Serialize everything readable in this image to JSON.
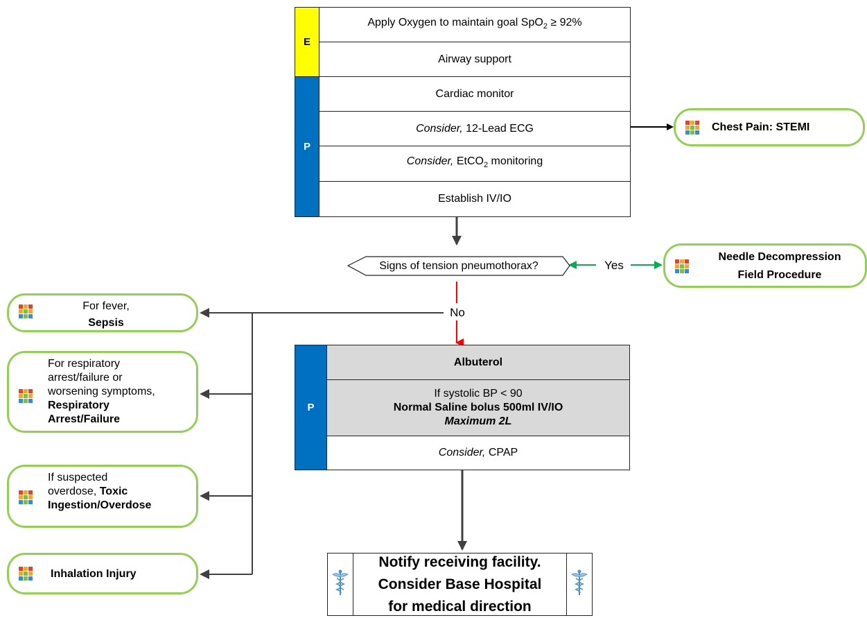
{
  "colors": {
    "emt_band": "#ffff00",
    "paramedic_band": "#0070c0",
    "ref_border": "#92d050",
    "yes_arrow": "#00b050",
    "no_arrow": "#ff0000",
    "grey_fill": "#d9d9d9",
    "caduceus": "#4a90c8"
  },
  "icon_names": {
    "protocol_ref": "protocol-grid-icon",
    "caduceus": "caduceus-icon"
  },
  "top_block": {
    "emt_label": "E",
    "paramedic_label": "P",
    "oxygen": {
      "pre": "Apply Oxygen to maintain goal SpO",
      "sub": "2",
      "post": " ≥ 92%"
    },
    "airway": "Airway support",
    "monitor": "Cardiac monitor",
    "ecg": {
      "consider": "Consider,",
      "text": " 12-Lead ECG"
    },
    "etco2": {
      "consider": "Consider,",
      "pre": " EtCO",
      "sub": "2",
      "post": " monitoring"
    },
    "ivio": "Establish IV/IO"
  },
  "decision": {
    "question": "Signs of tension pneumothorax?",
    "yes": "Yes",
    "no": "No"
  },
  "lower_block": {
    "paramedic_label": "P",
    "albuterol": "Albuterol",
    "bp_condition": "If systolic BP < 90",
    "saline": "Normal Saline bolus 500ml IV/IO",
    "saline_max": "Maximum 2L",
    "cpap": {
      "consider": "Consider,",
      "text": " CPAP"
    }
  },
  "references": {
    "stemi": {
      "bold": "Chest Pain: STEMI"
    },
    "needle": {
      "line1": "Needle Decompression",
      "line2": "Field Procedure"
    },
    "sepsis": {
      "plain": "For fever,",
      "bold": "Sepsis"
    },
    "respiratory": {
      "plain1": "For respiratory",
      "plain2": "arrest/failure or",
      "plain3": "worsening symptoms,",
      "bold1": "Respiratory",
      "bold2": "Arrest/Failure"
    },
    "toxic": {
      "plain1": "If suspected",
      "plain2": "overdose, ",
      "bold1": "Toxic",
      "bold2": "Ingestion/Overdose"
    },
    "inhalation": {
      "bold": "Inhalation Injury"
    }
  },
  "notify": {
    "line1": "Notify receiving facility.",
    "line2": "Consider Base Hospital",
    "line3": "for medical direction"
  }
}
